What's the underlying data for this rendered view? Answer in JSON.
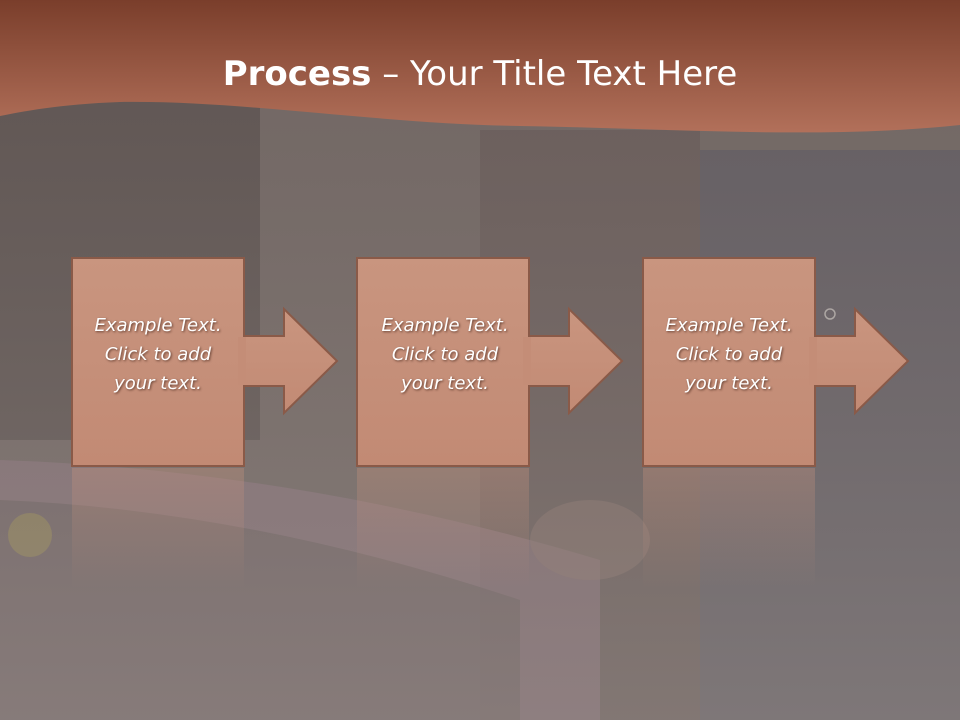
{
  "slide": {
    "title_bold": "Process",
    "title_rest": " – Your Title Text Here",
    "steps": [
      {
        "lines": [
          "Example Text.",
          "Click  to add",
          "your text."
        ]
      },
      {
        "lines": [
          "Example Text.",
          "Click  to add",
          "your text."
        ]
      },
      {
        "lines": [
          "Example Text.",
          "Click  to add",
          "your text."
        ]
      }
    ]
  },
  "colors": {
    "header": "#a5634a",
    "box_fill": "#c7927d",
    "box_stroke": "#8a5a48",
    "text": "#ffffff"
  }
}
